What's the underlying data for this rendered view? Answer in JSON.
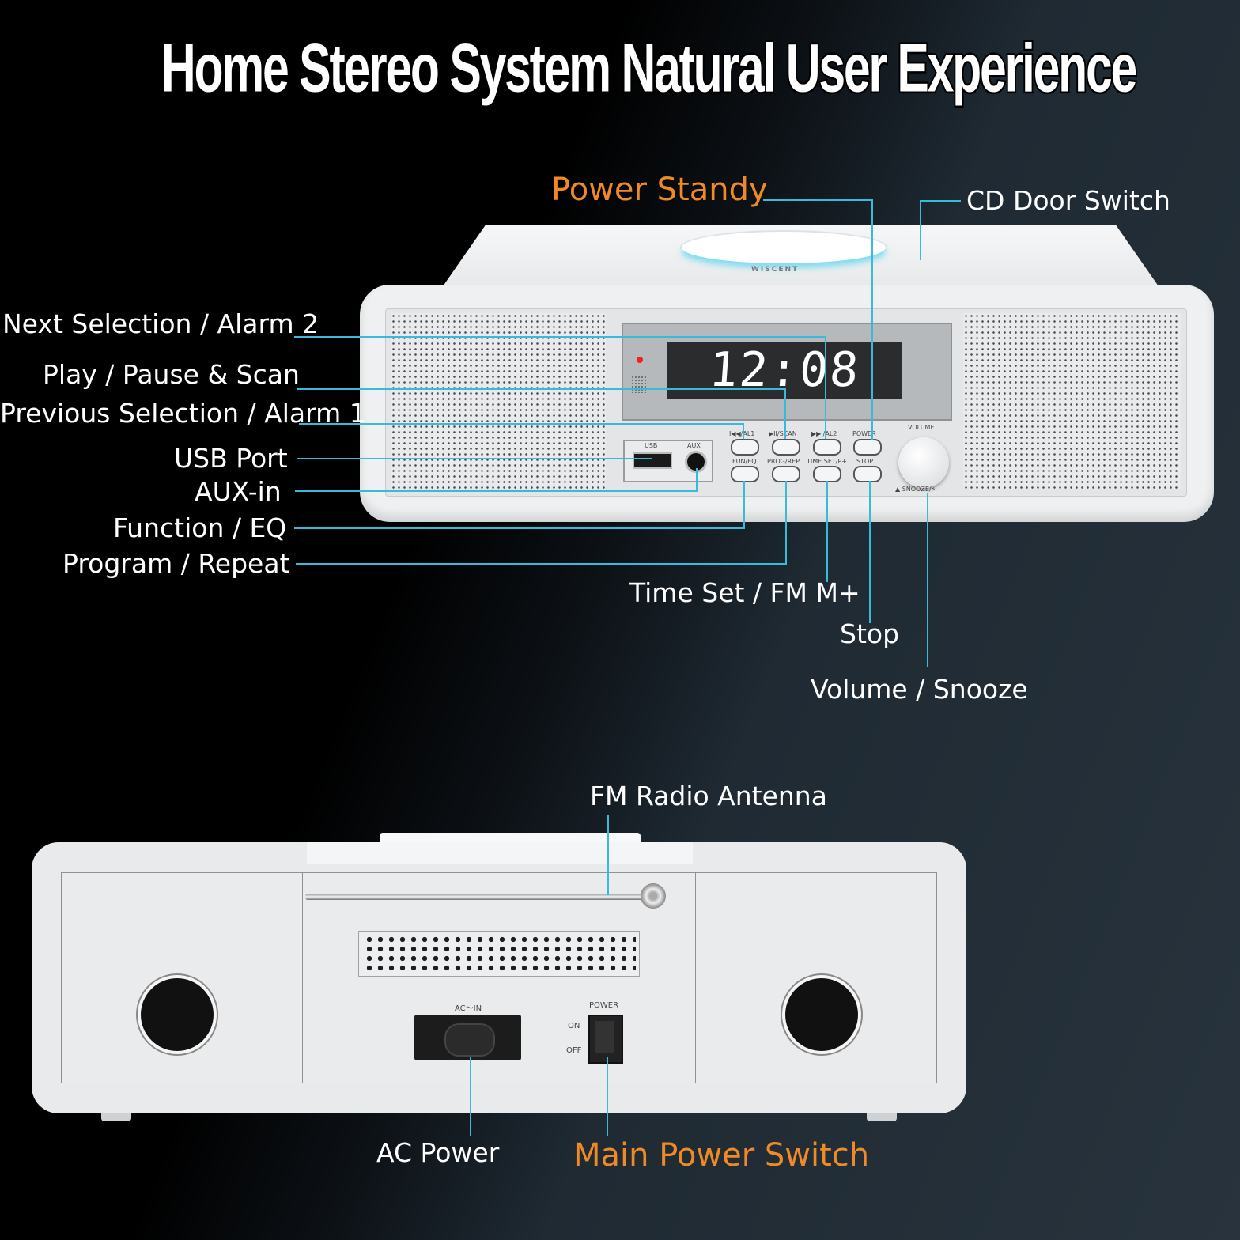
{
  "title": "Home Stereo System Natural User Experience",
  "front_labels": {
    "power_standby": "Power Standy",
    "cd_door_switch": "CD Door Switch",
    "next_selection": "Next Selection / Alarm 2",
    "play_pause": "Play / Pause & Scan",
    "previous_selection": "Previous Selection / Alarm 1",
    "usb_port": "USB Port",
    "aux_in": "AUX-in",
    "function_eq": "Function / EQ",
    "program_repeat": "Program / Repeat",
    "time_set": "Time Set / FM M+",
    "stop": "Stop",
    "volume_snooze": "Volume / Snooze"
  },
  "device_front": {
    "display_time": "12:08",
    "brand": "WISCENT",
    "button_labels_top": [
      "I◀◀/AL1",
      "▶II/SCAN",
      "▶▶I/AL2",
      "POWER"
    ],
    "button_labels_bottom": [
      "FUN/EQ",
      "PROG/REP",
      "TIME SET/P+",
      "STOP"
    ],
    "usb_label": "USB",
    "aux_label": "AUX",
    "volume_label": "VOLUME",
    "snooze_label": "▲ SNOOZE/⚡"
  },
  "rear_labels": {
    "fm_antenna": "FM Radio Antenna",
    "ac_power": "AC Power",
    "main_power": "Main Power Switch"
  },
  "device_rear": {
    "ac_in": "AC～IN",
    "power": "POWER",
    "on": "ON",
    "off": "OFF"
  },
  "colors": {
    "accent_orange": "#f08a26",
    "leader_cyan": "#3ab9d9"
  }
}
